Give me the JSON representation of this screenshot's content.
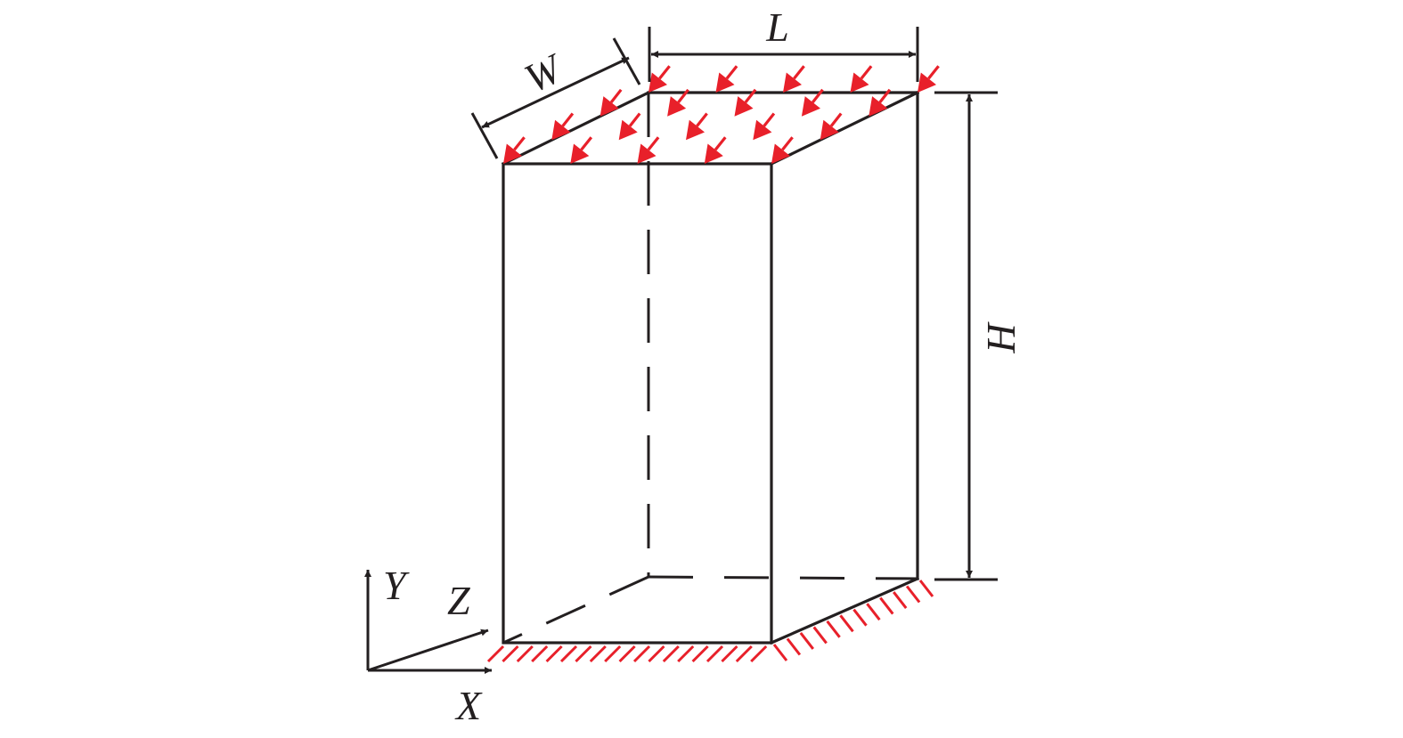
{
  "diagram": {
    "title": "Rectangular block under distributed top load with fixed base",
    "colors": {
      "line": "#231f20",
      "load": "#e8202a",
      "constraint": "#e8202a",
      "background": "#ffffff"
    },
    "dimensions": {
      "width_label": "W",
      "length_label": "L",
      "height_label": "H"
    },
    "axes": {
      "x_label": "X",
      "y_label": "Y",
      "z_label": "Z"
    },
    "load": {
      "description": "uniform distributed load on top face, directed along -Z",
      "rows": 4,
      "arrows_per_row": 5
    },
    "boundary": {
      "description": "fixed (clamped) bottom face, shown with red hatching"
    }
  }
}
